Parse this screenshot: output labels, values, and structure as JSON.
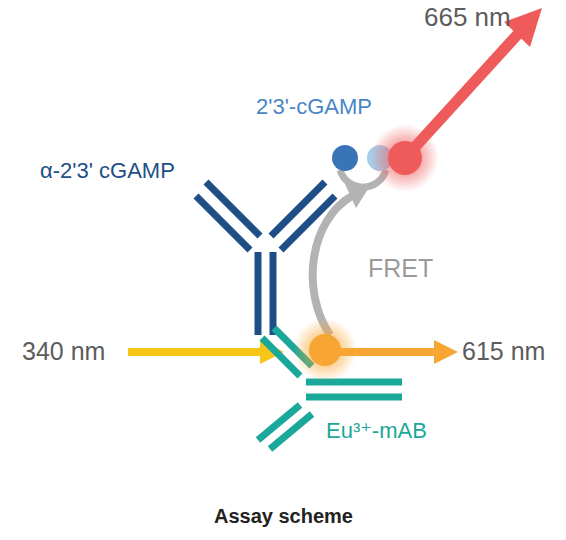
{
  "diagram": {
    "caption": "Assay scheme",
    "labels": [
      "665 nm",
      "2'3'-cGAMP",
      "α-2'3' cGAMP",
      "FRET",
      "340 nm",
      "615 nm",
      "Eu³⁺-mAB"
    ]
  }
}
